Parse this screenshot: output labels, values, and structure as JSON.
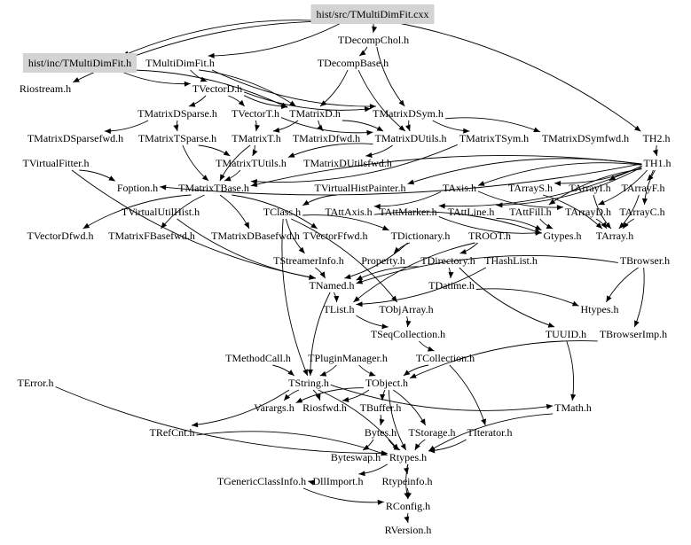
{
  "diagram": {
    "title": "hist/src/TMultiDimFit.cxx include dependency graph",
    "highlight_fill": "#d3d3d3",
    "text_color": "#000000",
    "edge_color": "#000000",
    "nodes": [
      {
        "id": "cxx",
        "label": "hist/src/TMultiDimFit.cxx",
        "highlighted": true
      },
      {
        "id": "inc",
        "label": "hist/inc/TMultiDimFit.h",
        "highlighted": true
      },
      {
        "id": "TDecompChol",
        "label": "TDecompChol.h"
      },
      {
        "id": "TMultiDimFit",
        "label": "TMultiDimFit.h"
      },
      {
        "id": "TDecompBase",
        "label": "TDecompBase.h"
      },
      {
        "id": "Riostream",
        "label": "Riostream.h"
      },
      {
        "id": "TVectorD",
        "label": "TVectorD.h"
      },
      {
        "id": "TMatrixDSparse",
        "label": "TMatrixDSparse.h"
      },
      {
        "id": "TVectorT",
        "label": "TVectorT.h"
      },
      {
        "id": "TMatrixD",
        "label": "TMatrixD.h"
      },
      {
        "id": "TMatrixDSym",
        "label": "TMatrixDSym.h"
      },
      {
        "id": "TMatrixDSparsefwd",
        "label": "TMatrixDSparsefwd.h"
      },
      {
        "id": "TMatrixTSparse",
        "label": "TMatrixTSparse.h"
      },
      {
        "id": "TMatrixT",
        "label": "TMatrixT.h"
      },
      {
        "id": "TMatrixDfwd",
        "label": "TMatrixDfwd.h"
      },
      {
        "id": "TMatrixDUtils",
        "label": "TMatrixDUtils.h"
      },
      {
        "id": "TMatrixTSym",
        "label": "TMatrixTSym.h"
      },
      {
        "id": "TMatrixDSymfwd",
        "label": "TMatrixDSymfwd.h"
      },
      {
        "id": "TH2",
        "label": "TH2.h"
      },
      {
        "id": "TVirtualFitter",
        "label": "TVirtualFitter.h"
      },
      {
        "id": "TMatrixTUtils",
        "label": "TMatrixTUtils.h"
      },
      {
        "id": "TMatrixDUtilsfwd",
        "label": "TMatrixDUtilsfwd.h"
      },
      {
        "id": "TH1",
        "label": "TH1.h"
      },
      {
        "id": "Foption",
        "label": "Foption.h"
      },
      {
        "id": "TMatrixTBase",
        "label": "TMatrixTBase.h"
      },
      {
        "id": "TVirtualHistPainter",
        "label": "TVirtualHistPainter.h"
      },
      {
        "id": "TAxis",
        "label": "TAxis.h"
      },
      {
        "id": "TArrayS",
        "label": "TArrayS.h"
      },
      {
        "id": "TArrayI",
        "label": "TArrayI.h"
      },
      {
        "id": "TArrayF",
        "label": "TArrayF.h"
      },
      {
        "id": "TVirtualUtilHist",
        "label": "TVirtualUtilHist.h"
      },
      {
        "id": "TClass",
        "label": "TClass.h"
      },
      {
        "id": "TAttAxis",
        "label": "TAttAxis.h"
      },
      {
        "id": "TAttMarker",
        "label": "TAttMarker.h"
      },
      {
        "id": "TAttLine",
        "label": "TAttLine.h"
      },
      {
        "id": "TAttFill",
        "label": "TAttFill.h"
      },
      {
        "id": "TArrayD",
        "label": "TArrayD.h"
      },
      {
        "id": "TArrayC",
        "label": "TArrayC.h"
      },
      {
        "id": "TVectorDfwd",
        "label": "TVectorDfwd.h"
      },
      {
        "id": "TMatrixFBasefwd",
        "label": "TMatrixFBasefwd.h"
      },
      {
        "id": "TMatrixDBasefwd",
        "label": "TMatrixDBasefwd.h"
      },
      {
        "id": "TVectorFfwd",
        "label": "TVectorFfwd.h"
      },
      {
        "id": "TDictionary",
        "label": "TDictionary.h"
      },
      {
        "id": "TROOT",
        "label": "TROOT.h"
      },
      {
        "id": "Gtypes",
        "label": "Gtypes.h"
      },
      {
        "id": "TArray",
        "label": "TArray.h"
      },
      {
        "id": "TStreamerInfo",
        "label": "TStreamerInfo.h"
      },
      {
        "id": "Property",
        "label": "Property.h"
      },
      {
        "id": "TDirectory",
        "label": "TDirectory.h"
      },
      {
        "id": "THashList",
        "label": "THashList.h"
      },
      {
        "id": "TBrowser",
        "label": "TBrowser.h"
      },
      {
        "id": "TNamed",
        "label": "TNamed.h"
      },
      {
        "id": "TDatime",
        "label": "TDatime.h"
      },
      {
        "id": "TList",
        "label": "TList.h"
      },
      {
        "id": "TObjArray",
        "label": "TObjArray.h"
      },
      {
        "id": "Htypes",
        "label": "Htypes.h"
      },
      {
        "id": "TSeqCollection",
        "label": "TSeqCollection.h"
      },
      {
        "id": "TUUID",
        "label": "TUUID.h"
      },
      {
        "id": "TBrowserImp",
        "label": "TBrowserImp.h"
      },
      {
        "id": "TMethodCall",
        "label": "TMethodCall.h"
      },
      {
        "id": "TPluginManager",
        "label": "TPluginManager.h"
      },
      {
        "id": "TCollection",
        "label": "TCollection.h"
      },
      {
        "id": "TError",
        "label": "TError.h"
      },
      {
        "id": "TString",
        "label": "TString.h"
      },
      {
        "id": "TObject",
        "label": "TObject.h"
      },
      {
        "id": "Varargs",
        "label": "Varargs.h"
      },
      {
        "id": "Riosfwd",
        "label": "Riosfwd.h"
      },
      {
        "id": "TBuffer",
        "label": "TBuffer.h"
      },
      {
        "id": "TMath",
        "label": "TMath.h"
      },
      {
        "id": "TRefCnt",
        "label": "TRefCnt.h"
      },
      {
        "id": "Bytes",
        "label": "Bytes.h"
      },
      {
        "id": "TStorage",
        "label": "TStorage.h"
      },
      {
        "id": "TIterator",
        "label": "TIterator.h"
      },
      {
        "id": "Byteswap",
        "label": "Byteswap.h"
      },
      {
        "id": "Rtypes",
        "label": "Rtypes.h"
      },
      {
        "id": "TGenericClassInfo",
        "label": "TGenericClassInfo.h"
      },
      {
        "id": "DllImport",
        "label": "DllImport.h"
      },
      {
        "id": "Rtypeinfo",
        "label": "Rtypeinfo.h"
      },
      {
        "id": "RConfig",
        "label": "RConfig.h"
      },
      {
        "id": "RVersion",
        "label": "RVersion.h"
      }
    ],
    "edges": [
      [
        "cxx",
        "TDecompChol"
      ],
      [
        "cxx",
        "inc"
      ],
      [
        "cxx",
        "TMultiDimFit"
      ],
      [
        "cxx",
        "Riostream"
      ],
      [
        "cxx",
        "TH2"
      ],
      [
        "inc",
        "TVectorD"
      ],
      [
        "inc",
        "TMatrixD"
      ],
      [
        "TMultiDimFit",
        "TVectorD"
      ],
      [
        "TMultiDimFit",
        "TMatrixD"
      ],
      [
        "TMultiDimFit",
        "TMatrixDSym"
      ],
      [
        "TDecompChol",
        "TDecompBase"
      ],
      [
        "TDecompChol",
        "TMatrixDSym"
      ],
      [
        "TDecompBase",
        "TMatrixD"
      ],
      [
        "TDecompBase",
        "TMatrixDUtils"
      ],
      [
        "TVectorD",
        "TVectorT"
      ],
      [
        "TVectorD",
        "TMatrixD"
      ],
      [
        "TVectorD",
        "TMatrixDSparse"
      ],
      [
        "TVectorD",
        "TMatrixDSym"
      ],
      [
        "TMatrixDSparse",
        "TMatrixDSparsefwd"
      ],
      [
        "TMatrixDSparse",
        "TMatrixTSparse"
      ],
      [
        "TVectorT",
        "TMatrixT"
      ],
      [
        "TVectorT",
        "TMatrixDUtils"
      ],
      [
        "TMatrixD",
        "TMatrixT"
      ],
      [
        "TMatrixD",
        "TMatrixDfwd"
      ],
      [
        "TMatrixD",
        "TMatrixDUtils"
      ],
      [
        "TMatrixDSym",
        "TMatrixTSym"
      ],
      [
        "TMatrixDSym",
        "TMatrixDSymfwd"
      ],
      [
        "TMatrixDSym",
        "TMatrixDUtils"
      ],
      [
        "TMatrixTSparse",
        "TMatrixTUtils"
      ],
      [
        "TMatrixTSparse",
        "TMatrixTBase"
      ],
      [
        "TMatrixT",
        "TMatrixTUtils"
      ],
      [
        "TMatrixT",
        "TMatrixTBase"
      ],
      [
        "TMatrixDUtils",
        "TMatrixDUtilsfwd"
      ],
      [
        "TMatrixDUtils",
        "TMatrixTUtils"
      ],
      [
        "TMatrixTSym",
        "TMatrixTBase"
      ],
      [
        "TH2",
        "TH1"
      ],
      [
        "TVirtualFitter",
        "Foption"
      ],
      [
        "TVirtualFitter",
        "TNamed"
      ],
      [
        "TMatrixTUtils",
        "TMatrixTBase"
      ],
      [
        "TH1",
        "TAxis"
      ],
      [
        "TH1",
        "TArrayS"
      ],
      [
        "TH1",
        "TArrayI"
      ],
      [
        "TH1",
        "TArrayF"
      ],
      [
        "TH1",
        "TArrayC"
      ],
      [
        "TH1",
        "TArrayD"
      ],
      [
        "TH1",
        "TVirtualHistPainter"
      ],
      [
        "TH1",
        "Foption"
      ],
      [
        "TH1",
        "TMatrixTBase"
      ],
      [
        "TH1",
        "TAttLine"
      ],
      [
        "TH1",
        "TAttFill"
      ],
      [
        "TH1",
        "TAttMarker"
      ],
      [
        "TMatrixTBase",
        "TMatrixFBasefwd"
      ],
      [
        "TMatrixTBase",
        "TMatrixDBasefwd"
      ],
      [
        "TMatrixTBase",
        "TVectorDfwd"
      ],
      [
        "TMatrixTBase",
        "TVectorFfwd"
      ],
      [
        "TVirtualHistPainter",
        "TClass"
      ],
      [
        "TAxis",
        "TAttAxis"
      ],
      [
        "TAxis",
        "TArrayD"
      ],
      [
        "TArrayS",
        "TArray"
      ],
      [
        "TArrayI",
        "TArray"
      ],
      [
        "TArrayF",
        "TArray"
      ],
      [
        "TArrayC",
        "TArray"
      ],
      [
        "TArrayD",
        "TArray"
      ],
      [
        "TVirtualUtilHist",
        "TNamed"
      ],
      [
        "TClass",
        "TDictionary"
      ],
      [
        "TClass",
        "TStreamerInfo"
      ],
      [
        "TClass",
        "TObjArray"
      ],
      [
        "TClass",
        "TString"
      ],
      [
        "TAttAxis",
        "Gtypes"
      ],
      [
        "TAttMarker",
        "Gtypes"
      ],
      [
        "TAttLine",
        "Gtypes"
      ],
      [
        "TAttFill",
        "Gtypes"
      ],
      [
        "TDictionary",
        "TNamed"
      ],
      [
        "TDictionary",
        "Property"
      ],
      [
        "TROOT",
        "TDirectory"
      ],
      [
        "TROOT",
        "TList"
      ],
      [
        "TStreamerInfo",
        "TNamed"
      ],
      [
        "TDirectory",
        "TNamed"
      ],
      [
        "TDirectory",
        "TDatime"
      ],
      [
        "TDirectory",
        "TUUID"
      ],
      [
        "THashList",
        "TList"
      ],
      [
        "TBrowser",
        "TNamed"
      ],
      [
        "TBrowser",
        "TBrowserImp"
      ],
      [
        "TBrowser",
        "Htypes"
      ],
      [
        "TNamed",
        "TList"
      ],
      [
        "TNamed",
        "TString"
      ],
      [
        "TDatime",
        "Htypes"
      ],
      [
        "TList",
        "TSeqCollection"
      ],
      [
        "TObjArray",
        "TSeqCollection"
      ],
      [
        "TSeqCollection",
        "TCollection"
      ],
      [
        "TUUID",
        "TMath"
      ],
      [
        "TBrowserImp",
        "TObject"
      ],
      [
        "TMethodCall",
        "TString"
      ],
      [
        "TPluginManager",
        "TObject"
      ],
      [
        "TPluginManager",
        "TString"
      ],
      [
        "TCollection",
        "TObject"
      ],
      [
        "TCollection",
        "TIterator"
      ],
      [
        "TError",
        "Rtypes"
      ],
      [
        "TString",
        "TRefCnt"
      ],
      [
        "TString",
        "Varargs"
      ],
      [
        "TString",
        "Riosfwd"
      ],
      [
        "TString",
        "TMath"
      ],
      [
        "TString",
        "Rtypes"
      ],
      [
        "TObject",
        "TBuffer"
      ],
      [
        "TObject",
        "TStorage"
      ],
      [
        "TObject",
        "Varargs"
      ],
      [
        "TObject",
        "Riosfwd"
      ],
      [
        "TObject",
        "Rtypes"
      ],
      [
        "TBuffer",
        "Bytes"
      ],
      [
        "TMath",
        "Rtypes"
      ],
      [
        "TRefCnt",
        "Rtypes"
      ],
      [
        "Bytes",
        "Rtypes"
      ],
      [
        "Bytes",
        "Byteswap"
      ],
      [
        "TStorage",
        "Rtypes"
      ],
      [
        "TIterator",
        "Rtypes"
      ],
      [
        "Rtypes",
        "Rtypeinfo"
      ],
      [
        "Rtypes",
        "DllImport"
      ],
      [
        "Rtypes",
        "RConfig"
      ],
      [
        "DllImport",
        "TGenericClassInfo"
      ],
      [
        "TGenericClassInfo",
        "RConfig"
      ],
      [
        "Rtypeinfo",
        "RConfig"
      ],
      [
        "RConfig",
        "RVersion"
      ]
    ]
  }
}
